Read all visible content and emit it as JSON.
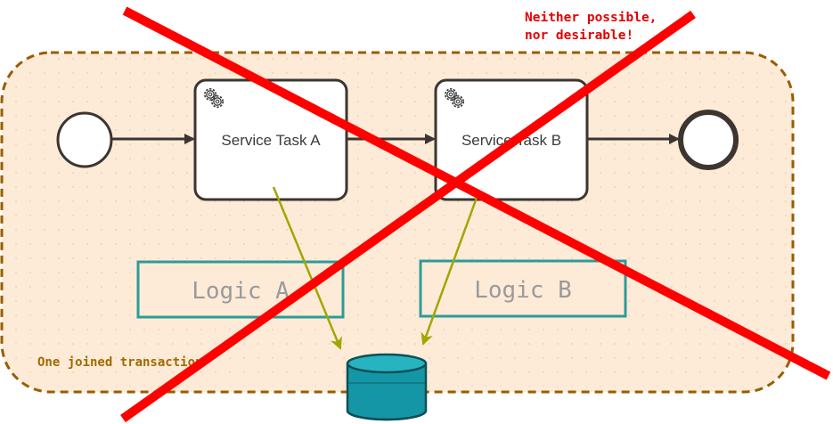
{
  "note": {
    "line1": "Neither possible,",
    "line2": "nor desirable!"
  },
  "transaction": {
    "label": "One joined transaction"
  },
  "tasks": [
    {
      "label": "Service Task A"
    },
    {
      "label": "Service Task B"
    }
  ],
  "logic": [
    {
      "label": "Logic A"
    },
    {
      "label": "Logic B"
    }
  ],
  "icons": {
    "task": "gears-icon",
    "database": "database-icon",
    "start": "start-event-icon",
    "end": "end-event-icon"
  },
  "colors": {
    "transaction_fill": "#fdebd7",
    "transaction_border": "#9a5c00",
    "logic_border": "#2e9b98",
    "database": "#1496a6",
    "arrow_olive": "#a3a600",
    "cross": "#ff0000",
    "note": "#e60000"
  }
}
